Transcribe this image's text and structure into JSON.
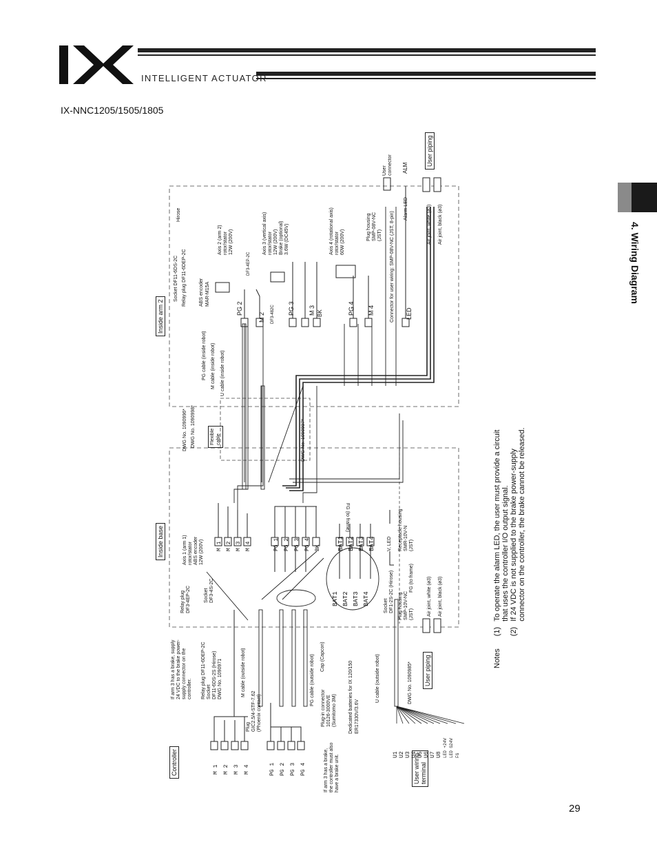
{
  "header": {
    "logo_text": "IX",
    "brand_text": "INTELLIGENT ACTUATOR"
  },
  "model_title": "IX-NNC1205/1505/1805",
  "section_tab": "4. Wiring Diagram",
  "page_number": "29",
  "boxes": {
    "controller": "Controller",
    "inside_base": "Inside base",
    "inside_arm2": "Inside arm 2",
    "user_wiring_terminal_1": "User wiring",
    "user_wiring_terminal_2": "terminal",
    "user_piping_bottom": "User piping",
    "user_piping_top": "User piping",
    "flexible_cable_1": "Flexible",
    "flexible_cable_2": "cable"
  },
  "controller_connectors": {
    "m": [
      "M 1",
      "M 2",
      "M 3",
      "M 4"
    ],
    "pg": [
      "PG 1",
      "PG 2",
      "PG 3",
      "PG 4"
    ]
  },
  "user_terminal_labels": [
    "U1",
    "U2",
    "U3",
    "U4",
    "U5",
    "U6",
    "U7",
    "U8",
    "LED +24V",
    "LED G24V",
    "FG"
  ],
  "base_connectors": {
    "m": [
      "M 1",
      "M 2",
      "M 3",
      "M 4"
    ],
    "pg": [
      "PG 1",
      "PG 2",
      "PG 3",
      "PG 4",
      "BK"
    ],
    "bat_right": [
      "BAT1",
      "BAT2",
      "BAT3",
      "BAT4"
    ],
    "bat_left": [
      "BAT1",
      "BAT2",
      "BAT3",
      "BAT4"
    ]
  },
  "arm2_connectors": [
    "PG 2",
    "M 2",
    "PG 3",
    "M 3",
    "BK",
    "PG 4",
    "M 4",
    "LED"
  ],
  "labels": {
    "brake_note": [
      "If arm 3 has a brake, supply",
      "24 VDC to the brake power-",
      "supply connector on the",
      "controller."
    ],
    "relay_plug_base": [
      "Relay plug DF11-6DEP-2C",
      "Socket",
      "DF11-6DS-2S (Hirose)",
      "DWG No. 1090971"
    ],
    "m_cable_outside": "M cable (outside robot)",
    "plug": [
      "Plug",
      "GIC2.5/4-STF-7.62",
      "(Phoenix contact)"
    ],
    "pg_cable_outside": "PG cable (outside robot)",
    "cap": "Cap (Capcon)",
    "plugin_connector": [
      "Plug-in connector",
      "10126-3000VE",
      "(Sumitomo 3M)"
    ],
    "dedicated_batteries": [
      "Dedicated batteries for IX 120/150",
      "ER17330V/3.6V"
    ],
    "arm3_brake_unit": [
      "If arm 3 has a brake,",
      "the controller must also",
      "have a brake unit."
    ],
    "u_cable_outside": "U cable (outside robot)",
    "dwg_1090985": "DWG No. 1090985*",
    "relay_plug_df3": [
      "Relay plug",
      "DF3-4EP-2C"
    ],
    "socket_df3": [
      "Socket",
      "DF3-4S-2C"
    ],
    "axis1": [
      "Axis 1 (arm 1)",
      "rotor/stator",
      "ABS encoder",
      "12W (200V)"
    ],
    "fg_frame_1": "FG (to frame)",
    "v_led": "V, LED",
    "receptacle_housing": [
      "Receptacle housing",
      "SMR-10V-N",
      "(JST)"
    ],
    "fg_frame_2": "FG (to frame)",
    "socket_hirose": [
      "Socket",
      "DF1-2S-2C (Hirose)"
    ],
    "plug_housing_base": [
      "Plug housing",
      "SMP-10V-NC",
      "(JST)"
    ],
    "air_white_base": "Air joint, white (ø3)",
    "air_black_base": "Air joint, black (ø3)",
    "dwg_1090996": "DWG No. 1090996*",
    "dwg_1090998": "DWG No. 1090998*",
    "dwg_1090997": "DWG No. 1090997*",
    "pg_cable_inside": "PG cable (inside robot)",
    "m_cable_inside": "M cable (inside robot)",
    "u_cable_inside": "U cable (inside robot)",
    "socket_df11": "Socket DF11-6DS-2C",
    "relay_plug_df11": "Relay plug DF11-6DEP-2C",
    "hirose": "Hirose",
    "abs_encoder": [
      "ABS encoder",
      "MAR-M15A"
    ],
    "axis2": [
      "Axis 2 (arm 2)",
      "rotor/stator",
      "12W (200V)"
    ],
    "df3_4ep_2c": "DF3-4EP-2C",
    "axis3": [
      "Axis 3 (vertical axis)",
      "rotor/stator",
      "12W (200V)",
      "Brake (optional)",
      "3.6W (DC45V)"
    ],
    "df3_482c": "DF3-482C",
    "axis4": [
      "Axis 4 (rotational axis)",
      "rotor/stator",
      "60W (200V)"
    ],
    "plug_housing_arm": [
      "Plug housing",
      "SMP-08V-NC",
      "(JST)"
    ],
    "connector_user_wiring": "Connector for user wiring: SMP-08V-NC (JST, 8-pin)",
    "user_connector": [
      "User",
      "connector"
    ],
    "alm": "ALM",
    "alarm_led": "Alarm LED",
    "air_white_arm": "Air joint, white (ø3)",
    "air_black_arm": "Air joint, black (ø3)"
  },
  "notes": {
    "title": "Notes",
    "items": [
      {
        "num": "(1)",
        "lines": [
          "To operate the alarm LED, the user must provide a circuit",
          "that uses the controller I/O output signal."
        ]
      },
      {
        "num": "(2)",
        "lines": [
          "If 24 VDC is not supplied to the brake power-supply",
          "connector on the controller, the brake cannot be released."
        ]
      }
    ]
  }
}
